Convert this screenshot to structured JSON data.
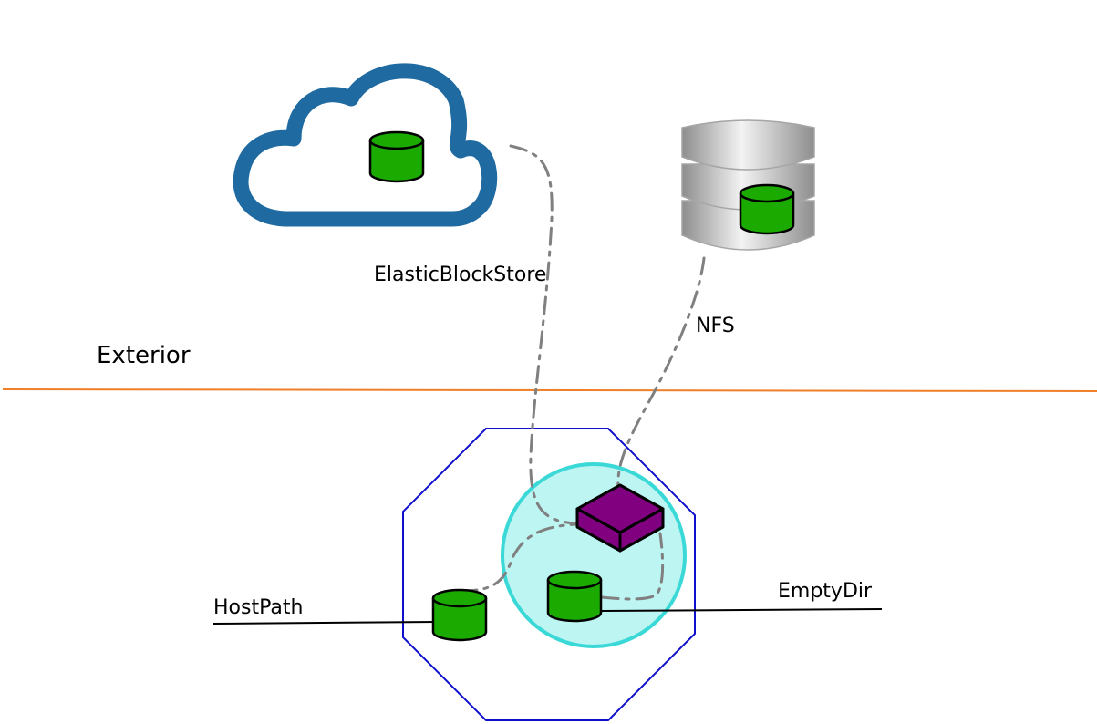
{
  "labels": {
    "ebs": "ElasticBlockStore",
    "nfs": "NFS",
    "exterior": "Exterior",
    "hostpath": "HostPath",
    "emptydir": "EmptyDir"
  },
  "colors": {
    "cloud": "#1f6aa0",
    "volume_fill": "#1aaa00",
    "pod_fill": "#bdf5f3",
    "pod_stroke": "#3ad8d6",
    "node_stroke": "#1010cc",
    "container_fill": "#800080",
    "divider": "#f07f2a",
    "link": "#808080"
  },
  "icons": {
    "cloud": "cloud-icon",
    "server": "server-stack-icon",
    "volume": "cylinder-icon",
    "container": "box-icon"
  }
}
